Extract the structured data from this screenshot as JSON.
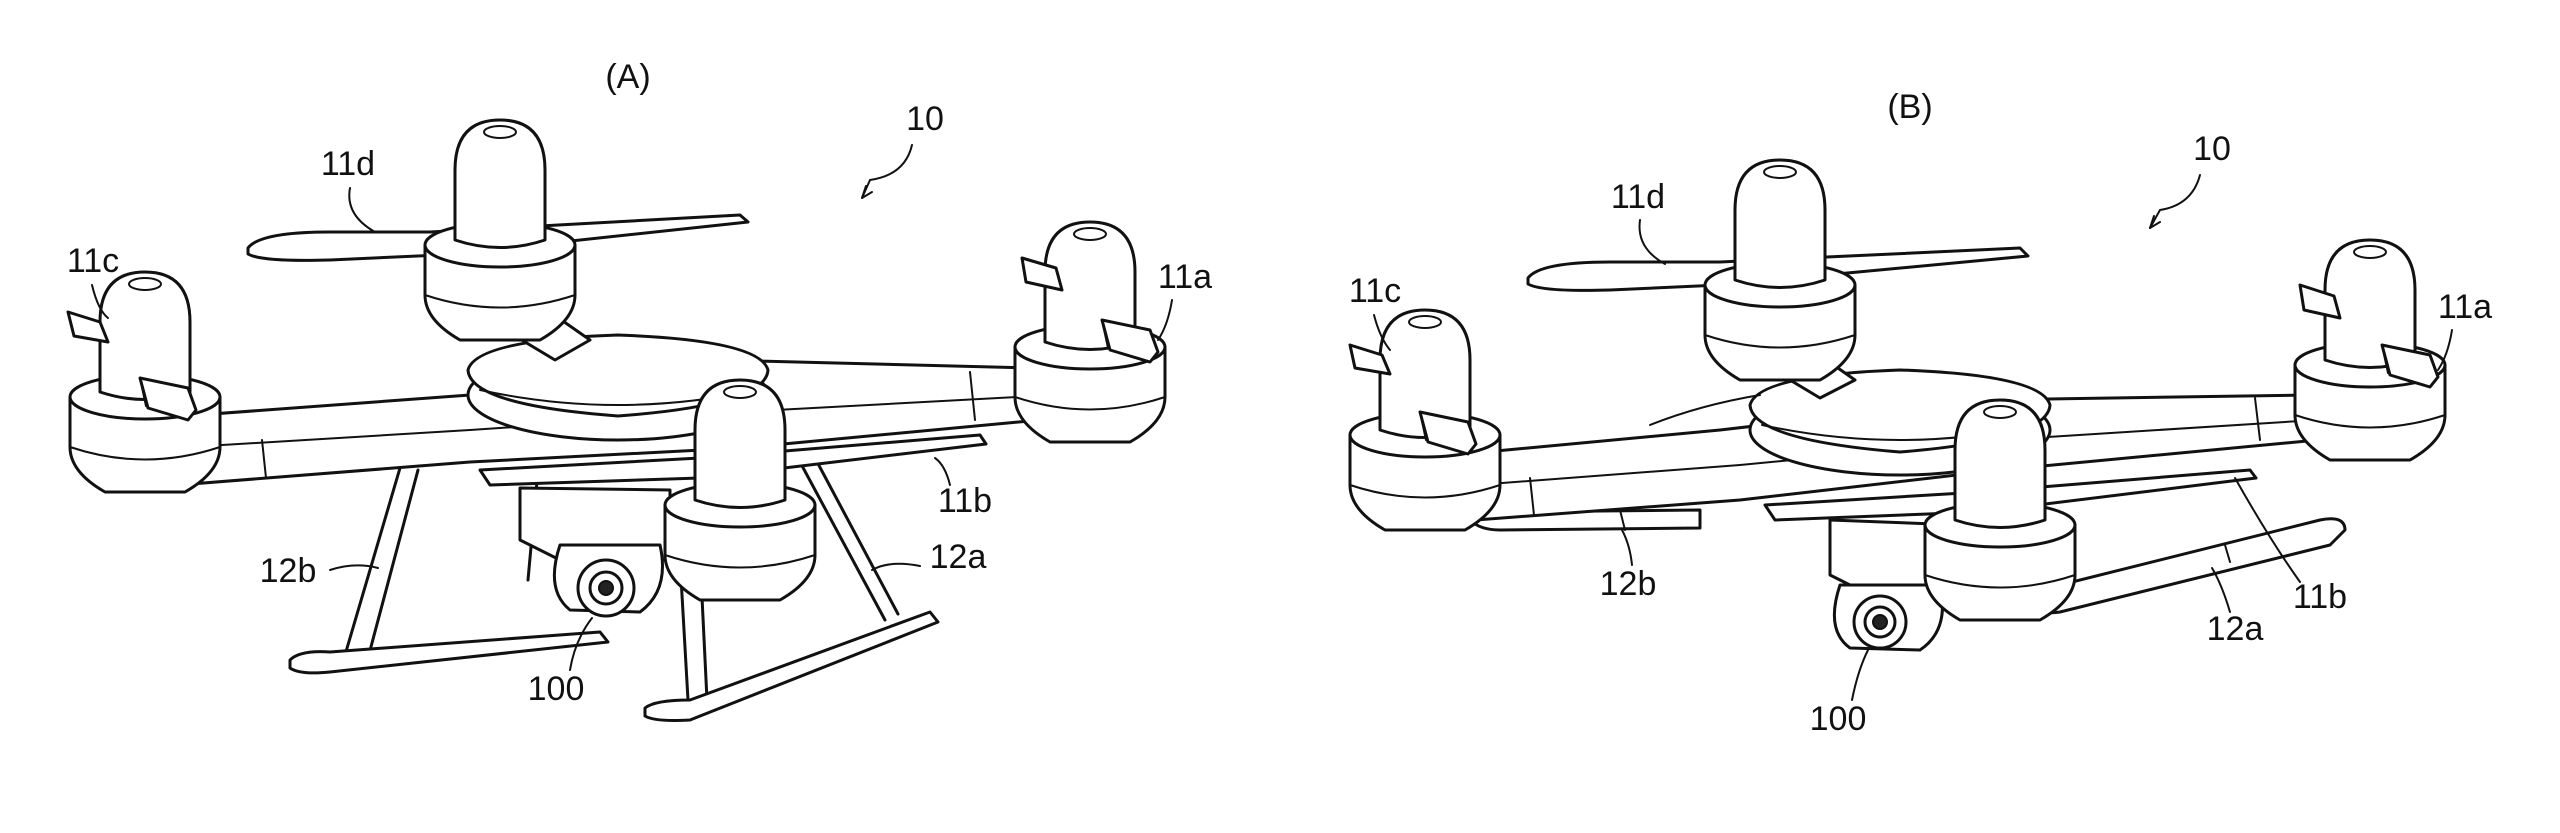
{
  "panels": [
    {
      "id": "A",
      "title": "(A)",
      "labels": {
        "drone": "10",
        "rotor_a": "11a",
        "rotor_b": "11b",
        "rotor_c": "11c",
        "rotor_d": "11d",
        "leg_a": "12a",
        "leg_b": "12b",
        "camera": "100"
      }
    },
    {
      "id": "B",
      "title": "(B)",
      "labels": {
        "drone": "10",
        "rotor_a": "11a",
        "rotor_b": "11b",
        "rotor_c": "11c",
        "rotor_d": "11d",
        "leg_a": "12a",
        "leg_b": "12b",
        "camera": "100"
      }
    }
  ]
}
